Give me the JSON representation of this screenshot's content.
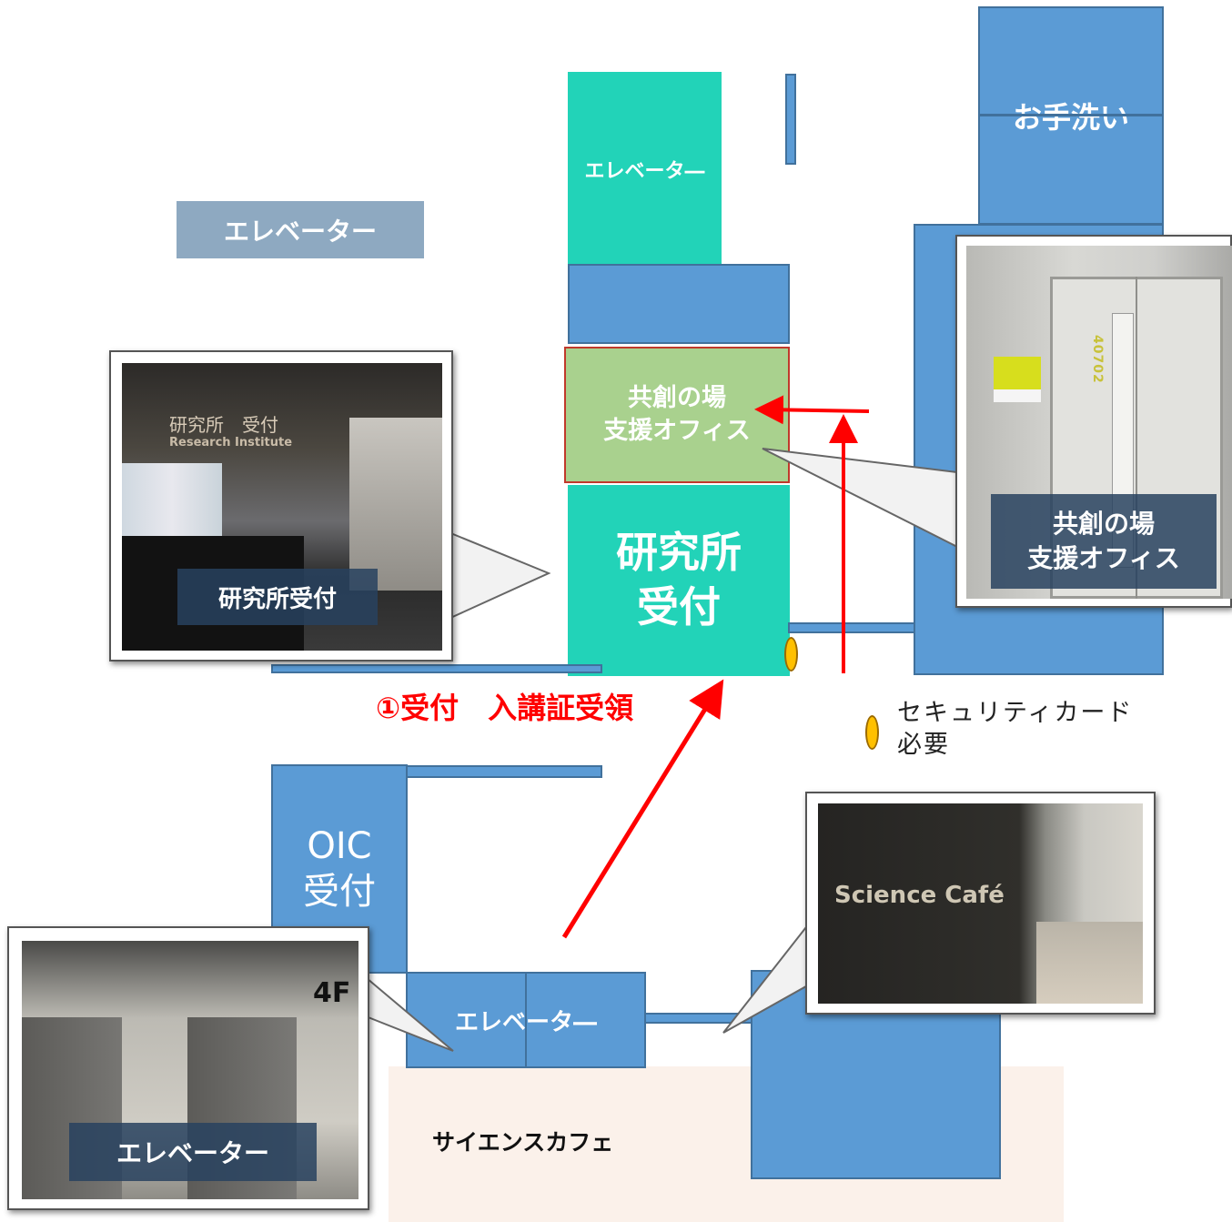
{
  "labels": {
    "elevator_top_left": "エレベーター",
    "elevator_center_top": "エレベータ―",
    "restroom": "お手洗い",
    "support_office": "共創の場\n支援オフィス",
    "research_reception": "研究所\n受付",
    "oic_reception": "OIC\n受付",
    "elevator_bottom": "エレベータ―",
    "science_cafe": "サイエンスカフェ",
    "step1": "①受付　入講証受領",
    "legend_security": "セキュリティカード\n必要"
  },
  "photos": {
    "reception": {
      "caption": "研究所受付",
      "sign_line1": "研究所　受付",
      "sign_line2": "Research Institute"
    },
    "office": {
      "caption": "共創の場\n支援オフィス",
      "door_number": "40702"
    },
    "cafe": {
      "sign": "Science Café"
    },
    "elevator": {
      "caption": "エレベーター",
      "floor": "4F"
    }
  },
  "colors": {
    "room_blue": "#5b9bd5",
    "room_teal": "#22d3b8",
    "office_green": "#a9d18e",
    "route_red": "#ff0000",
    "cafe_area": "#fbf1ea",
    "security_marker": "#ffc000"
  }
}
